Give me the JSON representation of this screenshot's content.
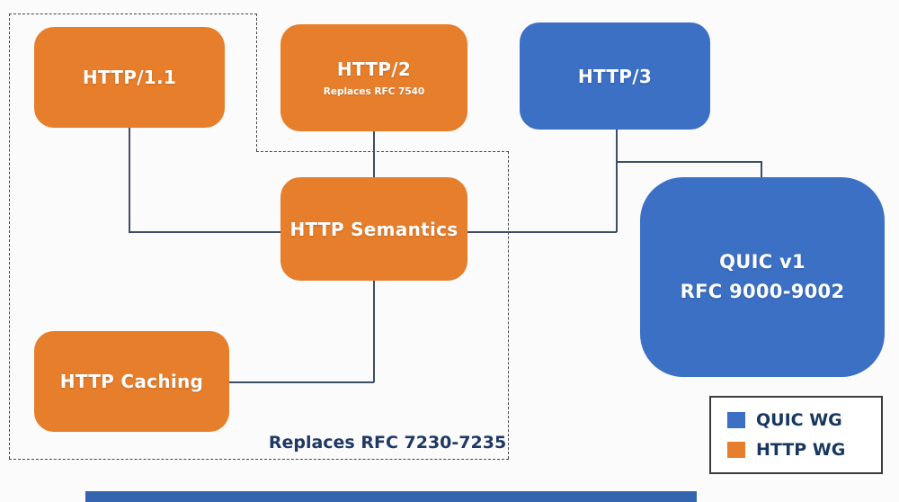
{
  "diagram": {
    "nodes": {
      "http11": {
        "label": "HTTP/1.1",
        "color": "#E77E2B"
      },
      "http2": {
        "label": "HTTP/2",
        "sublabel": "Replaces RFC 7540",
        "color": "#E77E2B"
      },
      "http3": {
        "label": "HTTP/3",
        "color": "#3B70C4"
      },
      "semantics": {
        "label": "HTTP Semantics",
        "color": "#E77E2B"
      },
      "caching": {
        "label": "HTTP Caching",
        "color": "#E77E2B"
      },
      "quic": {
        "line1": "QUIC v1",
        "line2": "RFC 9000-9002",
        "color": "#3B70C4"
      }
    },
    "edges": [
      {
        "from": "HTTP/1.1",
        "to": "HTTP Semantics"
      },
      {
        "from": "HTTP/2",
        "to": "HTTP Semantics"
      },
      {
        "from": "HTTP/3",
        "to": "HTTP Semantics"
      },
      {
        "from": "HTTP/3",
        "to": "QUIC v1"
      },
      {
        "from": "HTTP Semantics",
        "to": "HTTP Caching"
      }
    ],
    "annotation": "Replaces RFC 7230-7235",
    "legend": [
      {
        "label": "QUIC WG",
        "color": "#3B70C4"
      },
      {
        "label": "HTTP WG",
        "color": "#E77E2B"
      }
    ],
    "colors": {
      "orange": "#E77E2B",
      "blue": "#3B70C4",
      "connector": "#3D4D68",
      "dark_text": "#1F3864",
      "background": "#FBFBFB"
    }
  }
}
